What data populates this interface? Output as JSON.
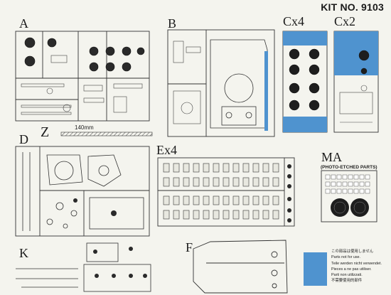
{
  "kit_number": "KIT NO. 9103",
  "sprues": {
    "a": "A",
    "b": "B",
    "c4": "Cx4",
    "c2": "Cx2",
    "d": "D",
    "z": "Z",
    "e": "Ex4",
    "ma": "MA",
    "ma_sub": "(PHOTO-ETCHED PARTS)",
    "k": "K",
    "f": "F"
  },
  "scale_length": "140mm",
  "legend": {
    "color": "#4f93cf",
    "notes": [
      "この部品は使用しません",
      "Parts not for use.",
      "Teile werden nicht verwendet.",
      "Pieces a ne pas utiliser.",
      "Parti non utilizzati.",
      "不需要使用的部件"
    ]
  }
}
